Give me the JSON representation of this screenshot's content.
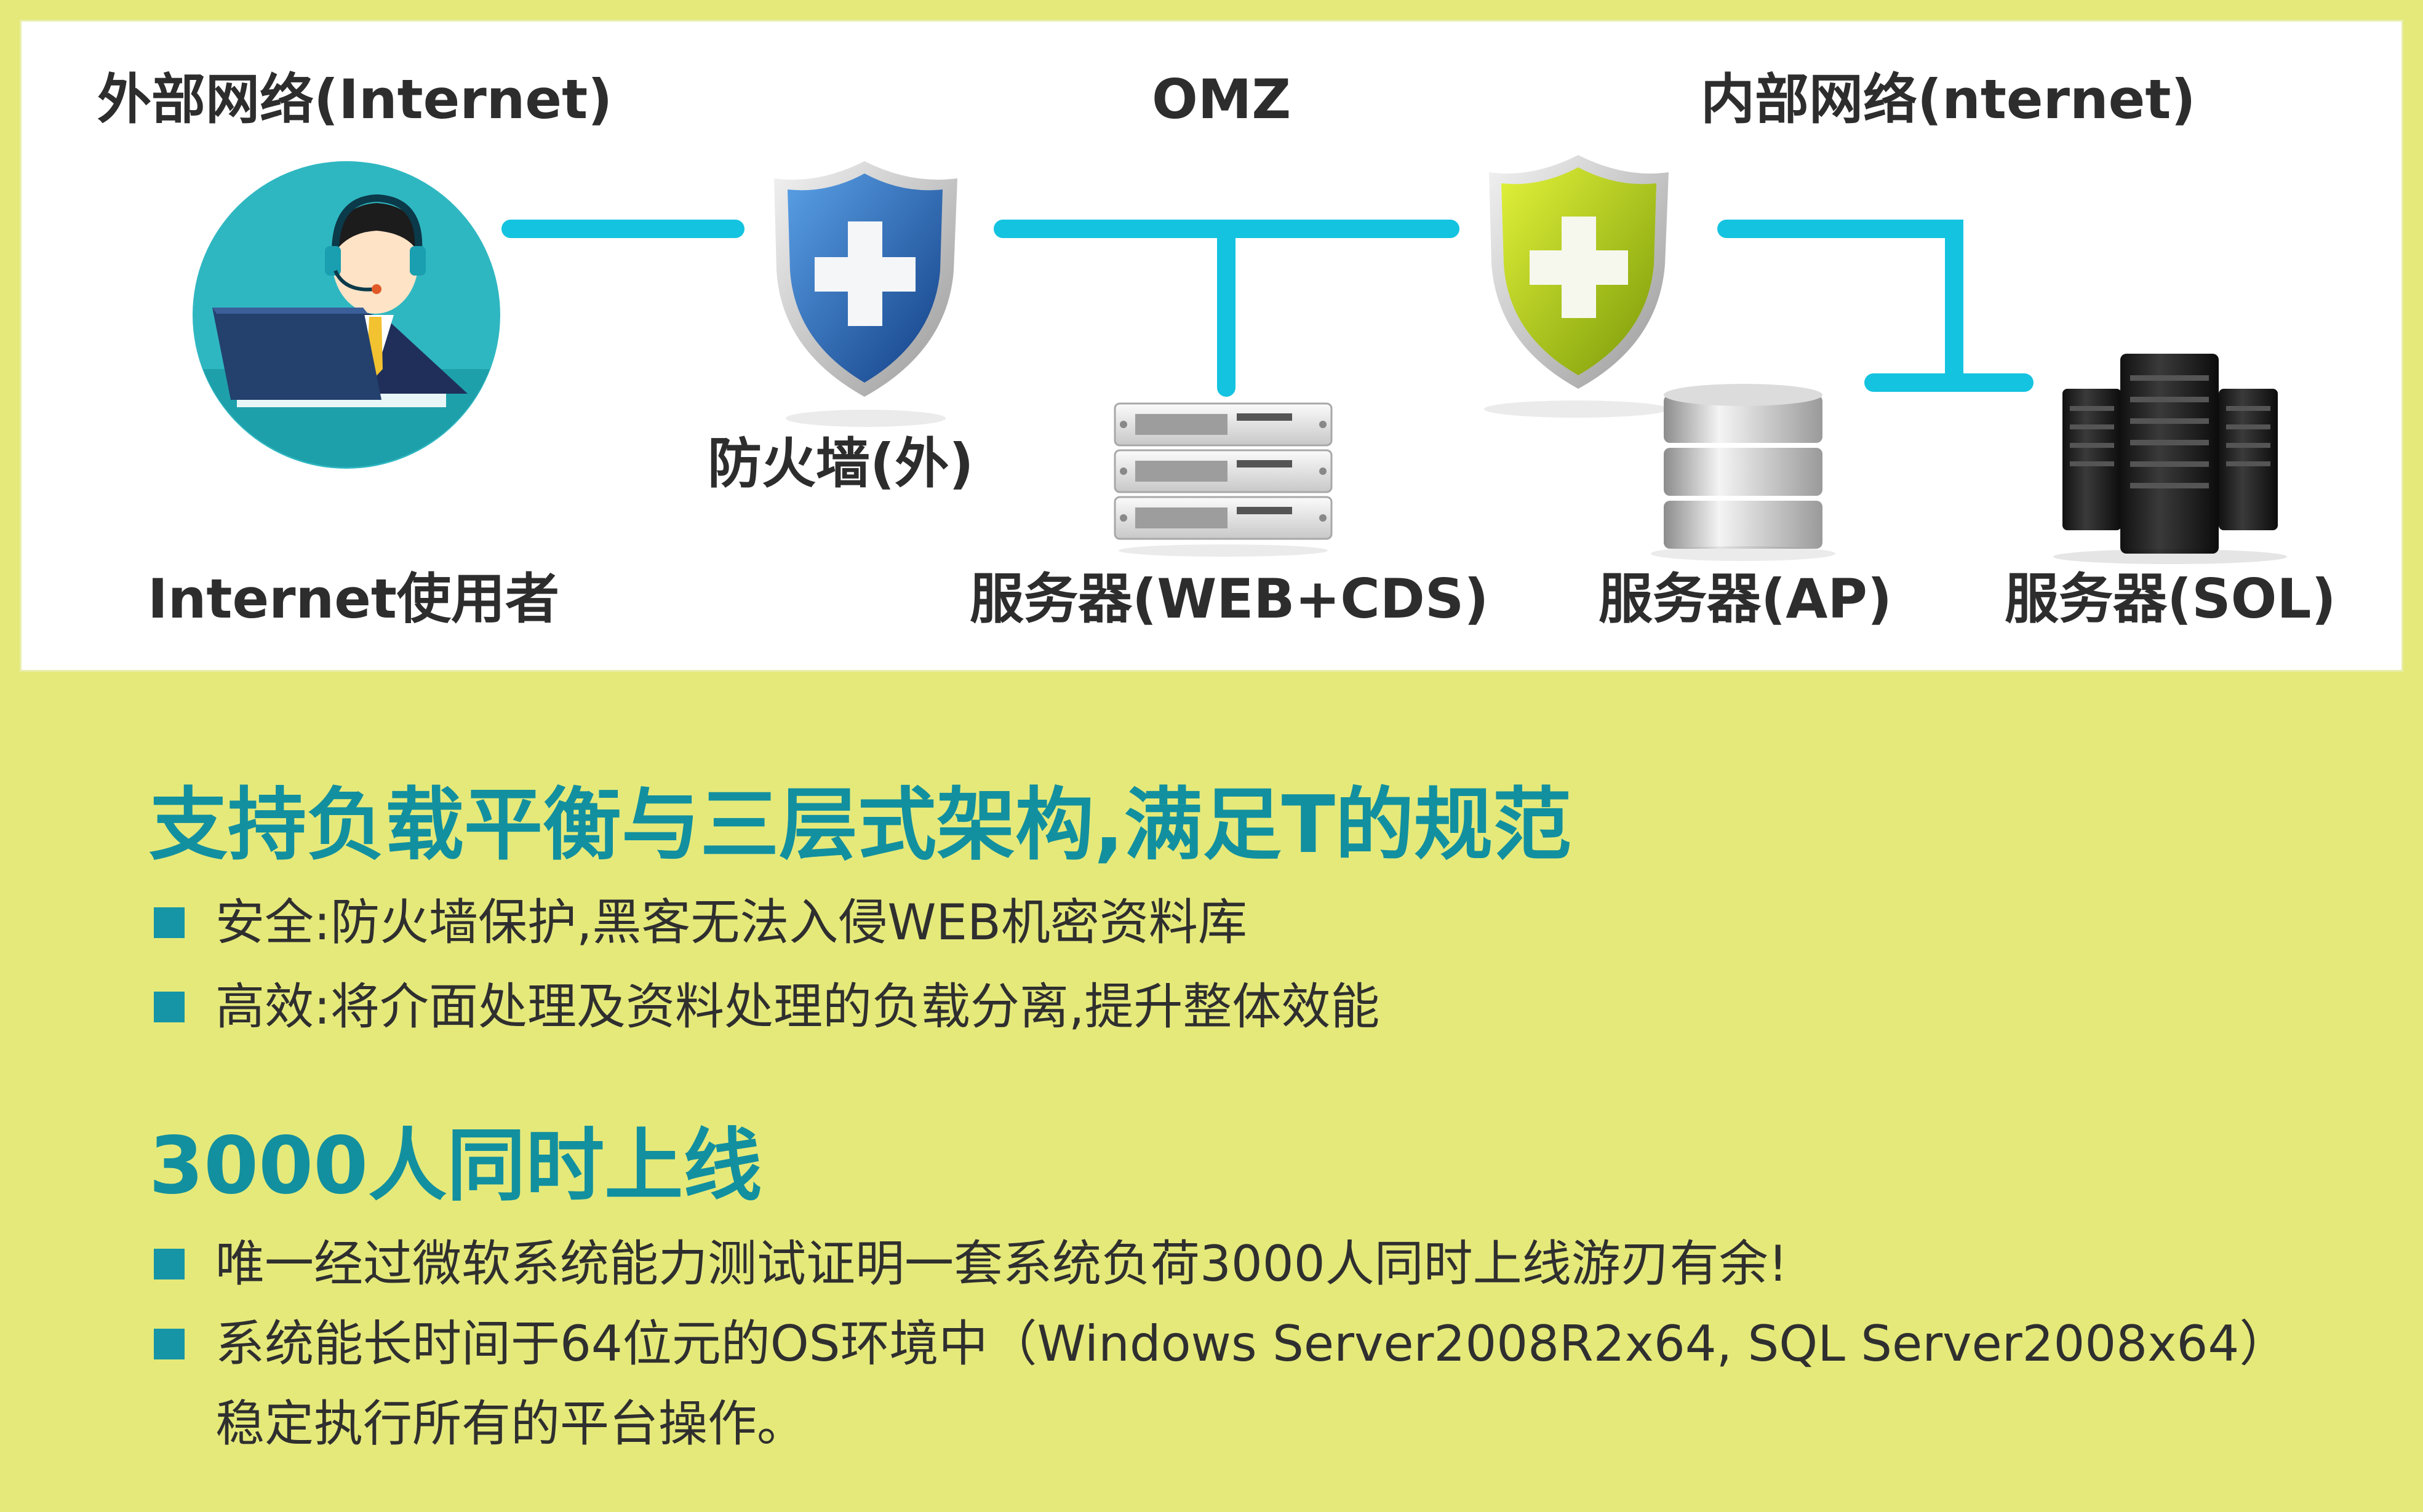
{
  "diagram": {
    "external_label": "外部网络(Internet)",
    "dmz_label": "OMZ",
    "internal_label": "内部网络(nternet)",
    "user_label": "Internet使用者",
    "firewall_outer_label": "防火墙(外)",
    "server_web_label": "服务器(WEB+CDS)",
    "server_ap_label": "服务器(AP)",
    "server_sql_label": "服务器(SOL)"
  },
  "colors": {
    "background": "#e5e97a",
    "link_line": "#14c3e0",
    "heading": "#12909f",
    "bullet": "#1595a6",
    "shield_blue": "#1e5aa8",
    "shield_green": "#a8c414"
  },
  "section1": {
    "heading": "支持负载平衡与三层式架构,满足T的规范",
    "bullets": [
      "安全:防火墙保护,黑客无法入侵WEB机密资料库",
      "高效:将介面处理及资料处理的负载分离,提升整体效能"
    ]
  },
  "section2": {
    "heading": "3000人同时上线",
    "bullets": [
      "唯一经过微软系统能力测试证明一套系统负荷3000人同时上线游刃有余!",
      "系统能长时间于64位元的OS环境中（Windows Server2008R2x64, SQL Server2008x64）",
      "稳定执行所有的平台操作。"
    ]
  }
}
